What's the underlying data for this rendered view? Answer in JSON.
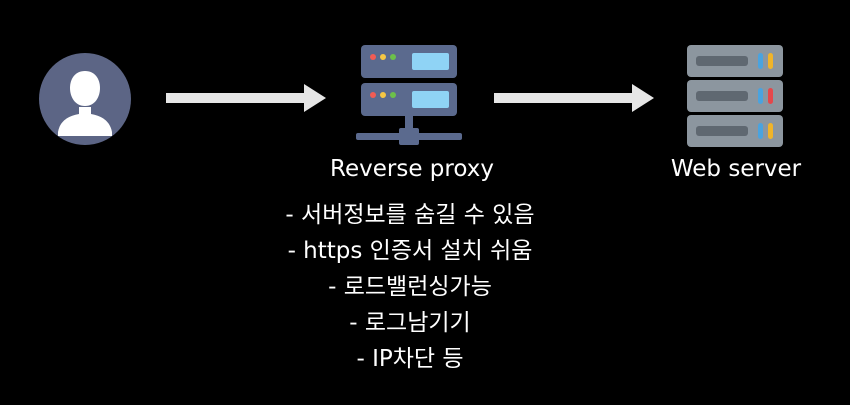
{
  "nodes": {
    "proxy_label": "Reverse proxy",
    "web_server_label": "Web server"
  },
  "notes": [
    "- 서버정보를 숨길 수 있음",
    "- https 인증서 설치 쉬움",
    "- 로드밸런싱가능",
    "- 로그남기기",
    "- IP차단 등"
  ],
  "colors": {
    "background": "#000000",
    "user_circle": "#5c6585",
    "user_figure": "#ffffff",
    "arrow": "#e6e6e6",
    "proxy_body": "#5b6a8e",
    "proxy_screen": "#8fd3f5",
    "dot_red": "#f25c54",
    "dot_yellow": "#f6c744",
    "dot_green": "#6cc04a",
    "server_body": "#8c969f",
    "server_slot": "#5f6871",
    "led_blue": "#4aa3df",
    "led_red": "#e5474b",
    "led_yellow": "#f0b429",
    "text": "#ffffff"
  }
}
